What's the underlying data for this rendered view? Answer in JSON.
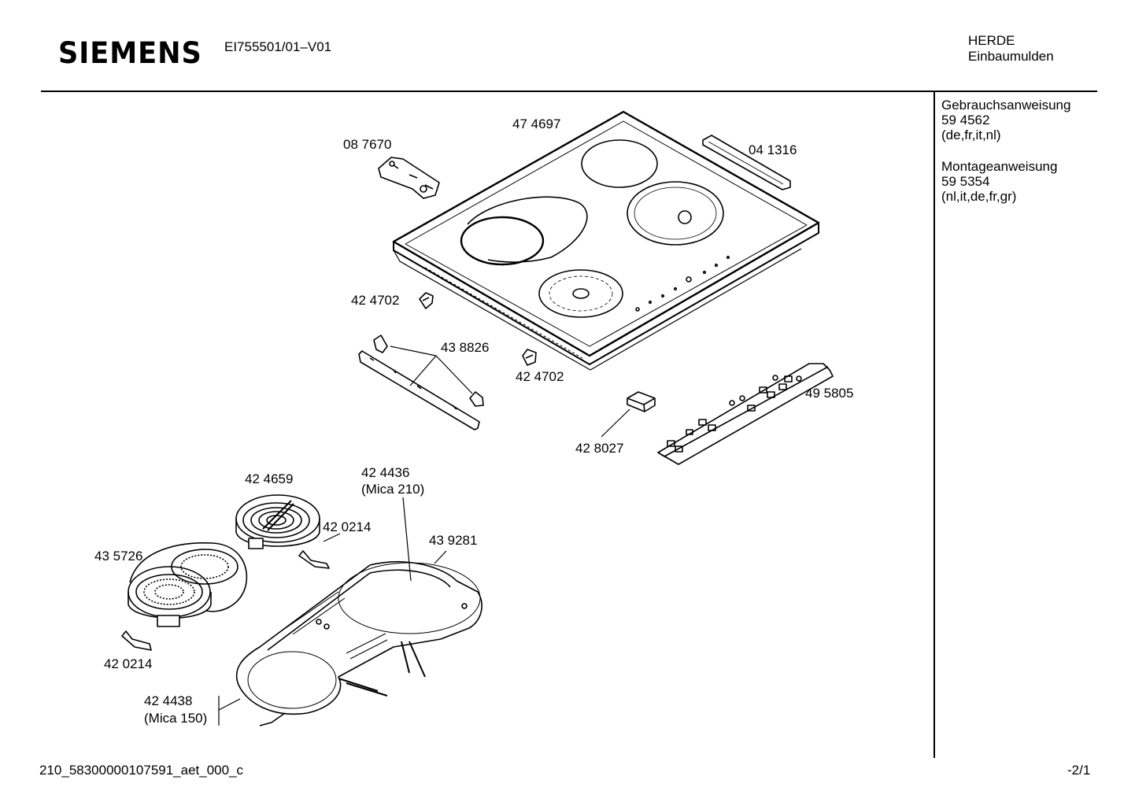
{
  "header": {
    "brand": "SIEMENS",
    "model": "EI755501/01–V01",
    "category_line1": "HERDE",
    "category_line2": "Einbaumulden"
  },
  "side_panel": {
    "doc1_title": "Gebrauchsanweisung",
    "doc1_number": "59 4562",
    "doc1_langs": "(de,fr,it,nl)",
    "doc2_title": "Montageanweisung",
    "doc2_number": "59 5354",
    "doc2_langs": "(nl,it,de,fr,gr)"
  },
  "parts": {
    "hob": "47 4697",
    "bracket": "08 7670",
    "strip": "04 1316",
    "clip_left": "42 4702",
    "clip_right": "42 4702",
    "rail_clips": "43 8826",
    "control_board": "49 5805",
    "relay": "42 8027",
    "heater_round": "42 4659",
    "heater_dual": "43 5726",
    "limiter_top": "42 0214",
    "limiter_bottom": "42 0214",
    "mica_large": "42 4436",
    "mica_large_note": "(Mica 210)",
    "carrier": "43 9281",
    "mica_small": "42 4438",
    "mica_small_note": "(Mica 150)"
  },
  "footer": {
    "drawing_id": "210_58300000107591_aet_000_c",
    "page": "-2/1"
  }
}
